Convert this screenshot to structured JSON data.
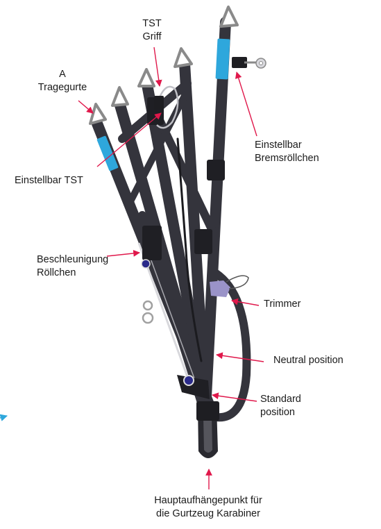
{
  "labels": {
    "a_risers": [
      "A",
      "Tragegurte"
    ],
    "tst_handle": [
      "TST",
      "Griff"
    ],
    "adjustable_tst": "Einstellbar TST",
    "adjustable_brake_pulley": [
      "Einstellbar",
      "Bremsröllchen"
    ],
    "speed_pulley": [
      "Beschleunigung",
      "Röllchen"
    ],
    "trimmer": "Trimmer",
    "neutral_position": "Neutral position",
    "standard_position": [
      "Standard",
      "position"
    ],
    "main_attachment": [
      "Hauptaufhängepunkt für",
      "die Gurtzeug Karabiner"
    ]
  },
  "colors": {
    "webbing": "#34343c",
    "accent_blue": "#2ea7dc",
    "pointer_red": "#e0184b",
    "trimmer_purple": "#9a93c8",
    "maillon_grey": "#8a8a8a",
    "stray_arrow": "#2ea7dc"
  }
}
